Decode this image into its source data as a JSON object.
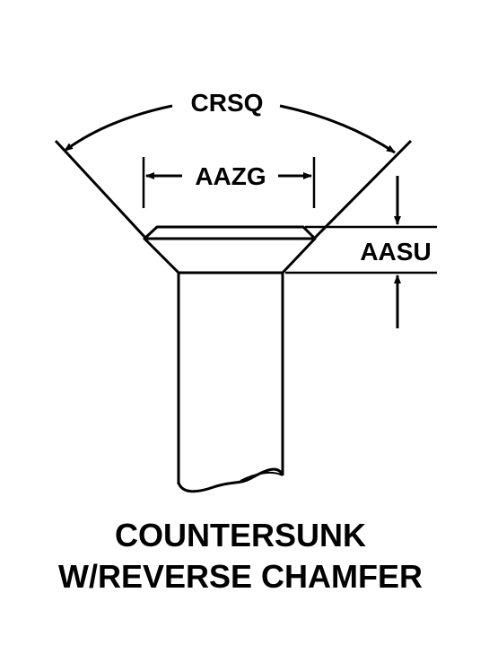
{
  "labels": {
    "angle": "CRSQ",
    "head_diameter": "AAZG",
    "head_height": "AASU"
  },
  "caption": {
    "line1": "COUNTERSUNK",
    "line2": "W/REVERSE CHAMFER"
  },
  "colors": {
    "ink": "#000000",
    "background": "#ffffff"
  }
}
